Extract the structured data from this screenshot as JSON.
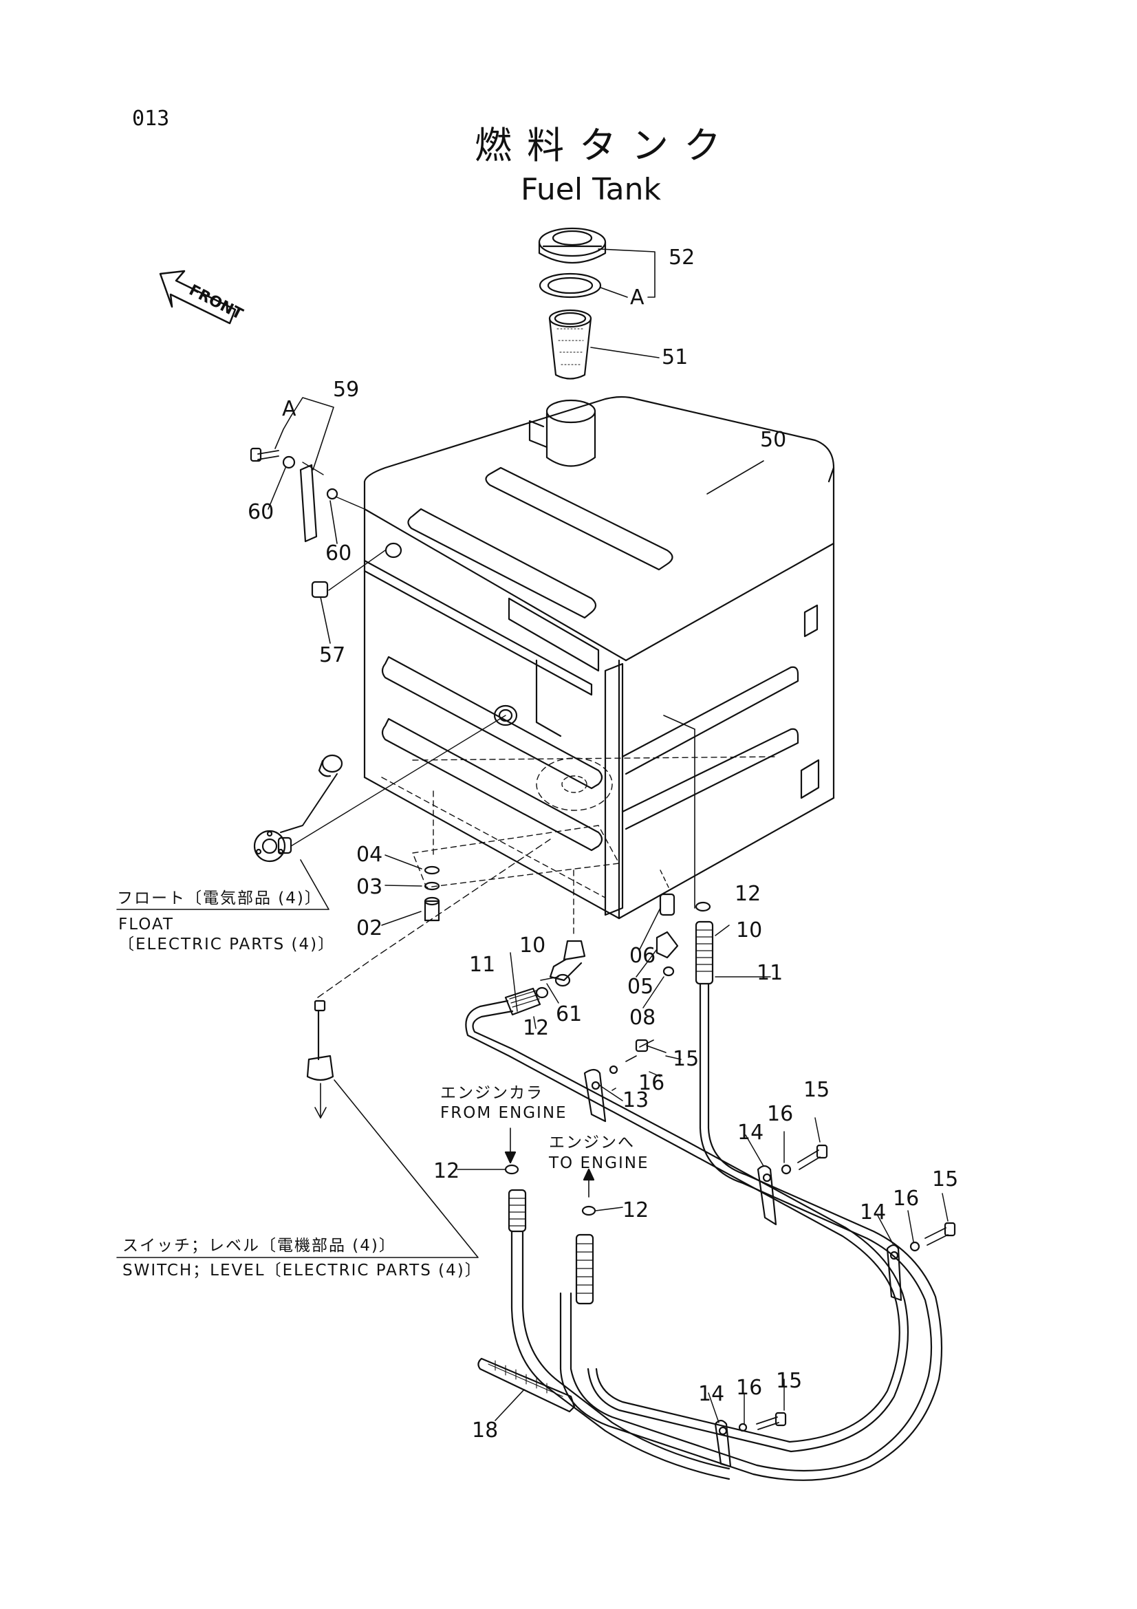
{
  "page_code": "013",
  "title_jp": "燃料タンク",
  "title_en": "Fuel Tank",
  "front_label": "FRONT",
  "notes": {
    "float_jp": "フロート〔電気部品 (4)〕",
    "float_en_1": "FLOAT",
    "float_en_2": "〔ELECTRIC PARTS (4)〕",
    "from_engine_jp": "エンジンカラ",
    "from_engine_en": "FROM ENGINE",
    "to_engine_jp": "エンジンへ",
    "to_engine_en": "TO ENGINE",
    "switch_jp": "スイッチ；レベル〔電機部品 (4)〕",
    "switch_en": "SWITCH；LEVEL〔ELECTRIC PARTS (4)〕"
  },
  "part_numbers": [
    {
      "id": "p52",
      "label": "52"
    },
    {
      "id": "pA1",
      "label": "A"
    },
    {
      "id": "p51",
      "label": "51"
    },
    {
      "id": "p59",
      "label": "59"
    },
    {
      "id": "pA2",
      "label": "A"
    },
    {
      "id": "p50",
      "label": "50"
    },
    {
      "id": "p60a",
      "label": "60"
    },
    {
      "id": "p60b",
      "label": "60"
    },
    {
      "id": "p57",
      "label": "57"
    },
    {
      "id": "p04",
      "label": "04"
    },
    {
      "id": "p03",
      "label": "03"
    },
    {
      "id": "p02",
      "label": "02"
    },
    {
      "id": "p12a",
      "label": "12"
    },
    {
      "id": "p10a",
      "label": "10"
    },
    {
      "id": "p11a",
      "label": "11"
    },
    {
      "id": "p06",
      "label": "06"
    },
    {
      "id": "p05",
      "label": "05"
    },
    {
      "id": "p08",
      "label": "08"
    },
    {
      "id": "p11b",
      "label": "11"
    },
    {
      "id": "p10b",
      "label": "10"
    },
    {
      "id": "p12b",
      "label": "12"
    },
    {
      "id": "p61",
      "label": "61"
    },
    {
      "id": "p15a",
      "label": "15"
    },
    {
      "id": "p16a",
      "label": "16"
    },
    {
      "id": "p13",
      "label": "13"
    },
    {
      "id": "p15b",
      "label": "15"
    },
    {
      "id": "p16b",
      "label": "16"
    },
    {
      "id": "p14a",
      "label": "14"
    },
    {
      "id": "p12c",
      "label": "12"
    },
    {
      "id": "p12d",
      "label": "12"
    },
    {
      "id": "p15c",
      "label": "15"
    },
    {
      "id": "p16c",
      "label": "16"
    },
    {
      "id": "p14b",
      "label": "14"
    },
    {
      "id": "p18",
      "label": "18"
    },
    {
      "id": "p14c",
      "label": "14"
    },
    {
      "id": "p16d",
      "label": "16"
    },
    {
      "id": "p15d",
      "label": "15"
    }
  ]
}
